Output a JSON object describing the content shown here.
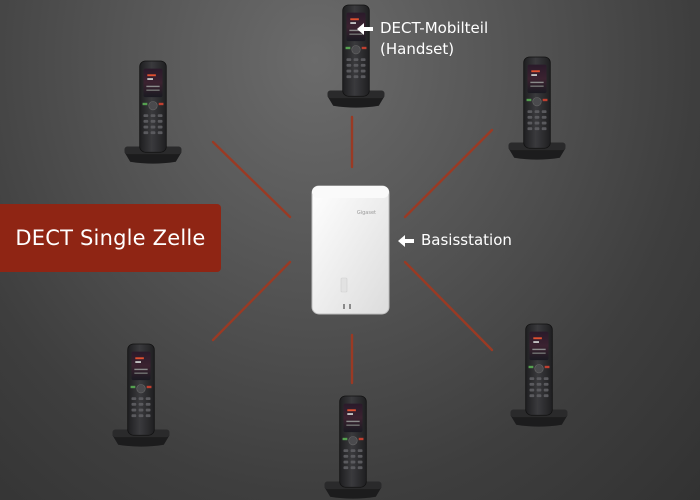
{
  "title": "DECT Single Zelle",
  "labels": {
    "handset_line1": "DECT-Mobilteil",
    "handset_line2": "(Handset)",
    "base": "Basisstation"
  },
  "base_brand": "Gigaset",
  "icons": {
    "arrow": "left-arrow-icon",
    "handset": "dect-handset-icon",
    "base": "base-station-icon"
  },
  "colors": {
    "title_bg": "#8f2514",
    "link_line": "#9a3a24",
    "text": "#ffffff",
    "handset_body": "#2b2b2d",
    "base_body": "#f2f2f2"
  }
}
